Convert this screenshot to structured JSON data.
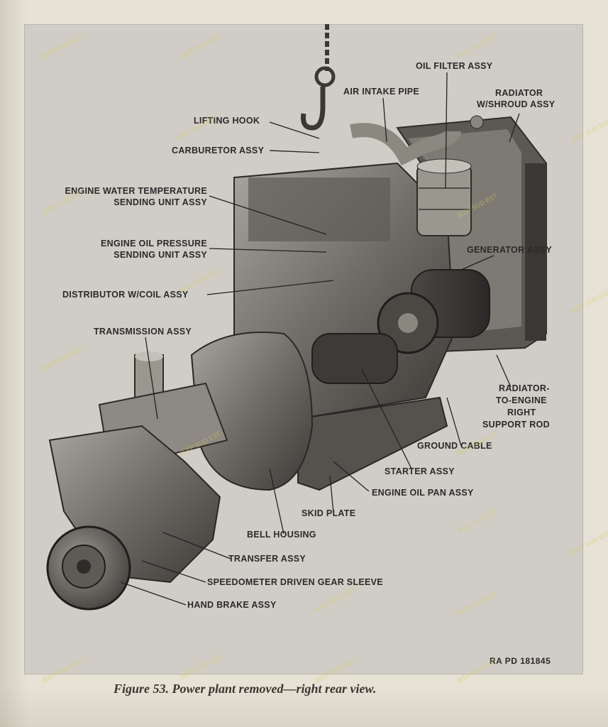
{
  "figure": {
    "caption": "Figure 53.   Power plant removed—right rear view.",
    "reference": "RA PD 181845"
  },
  "labels": {
    "oil_filter": "OIL FILTER ASSY",
    "air_intake": "AIR INTAKE PIPE",
    "radiator_1": "RADIATOR",
    "radiator_2": "W/SHROUD ASSY",
    "lifting_hook": "LIFTING HOOK",
    "carburetor": "CARBURETOR ASSY",
    "water_temp_1": "ENGINE WATER TEMPERATURE",
    "water_temp_2": "SENDING UNIT ASSY",
    "oil_pressure_1": "ENGINE OIL PRESSURE",
    "oil_pressure_2": "SENDING UNIT ASSY",
    "generator": "GENERATOR ASSY",
    "distributor": "DISTRIBUTOR W/COIL ASSY",
    "transmission": "TRANSMISSION ASSY",
    "radiator_support_1": "RADIATOR-",
    "radiator_support_2": "TO-ENGINE",
    "radiator_support_3": "RIGHT",
    "radiator_support_4": "SUPPORT ROD",
    "ground_cable": "GROUND CABLE",
    "starter": "STARTER ASSY",
    "oil_pan": "ENGINE OIL PAN ASSY",
    "skid_plate": "SKID PLATE",
    "bell_housing": "BELL HOUSING",
    "transfer": "TRANSFER ASSY",
    "speedometer": "SPEEDOMETER DRIVEN GEAR SLEEVE",
    "hand_brake": "HAND BRAKE ASSY"
  },
  "watermark": "JEEP SUD EST"
}
